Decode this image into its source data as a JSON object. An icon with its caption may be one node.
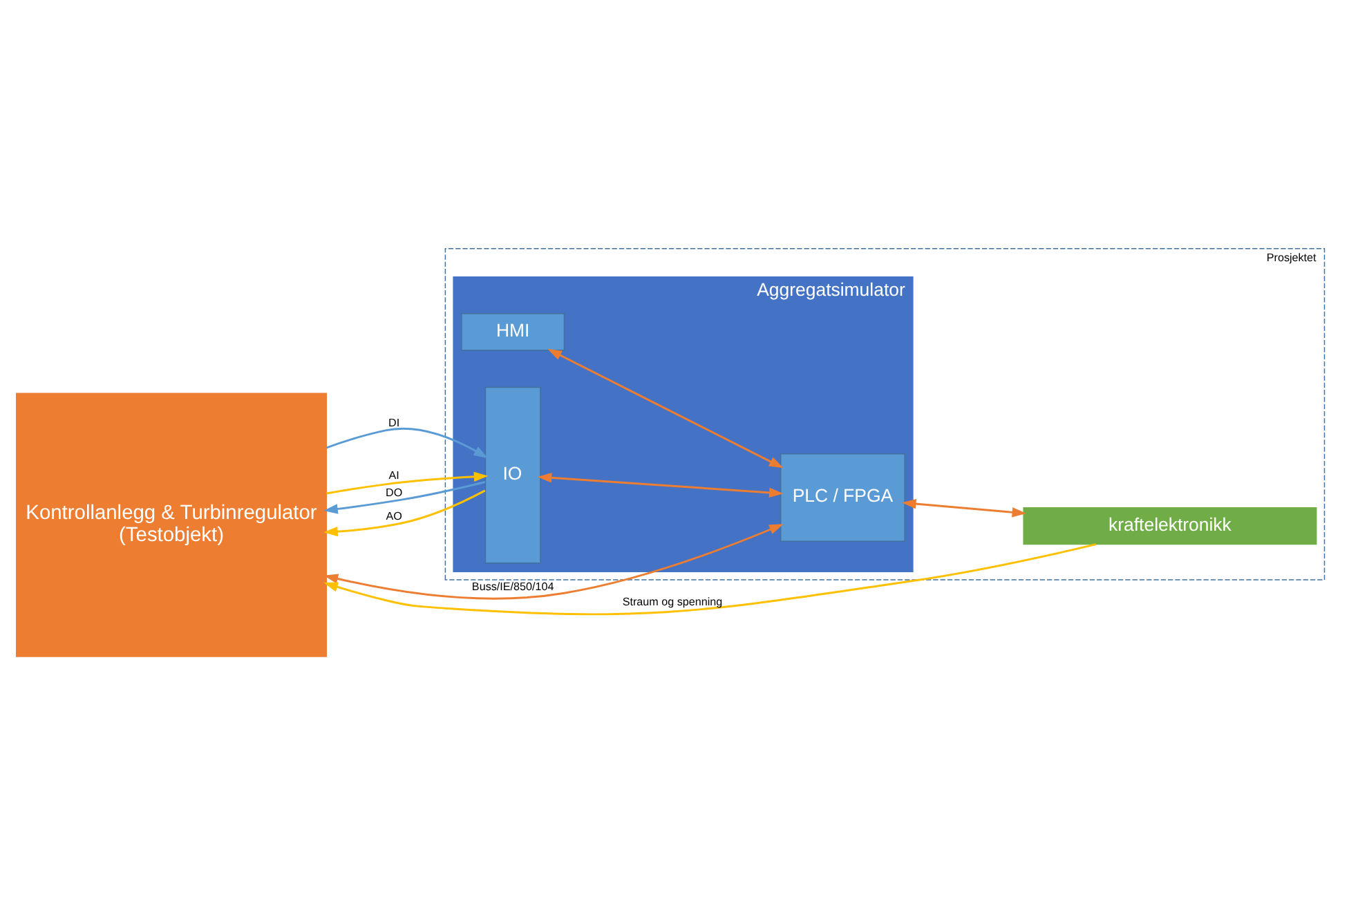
{
  "diagram": {
    "nodes": [
      {
        "text": [
          "Kontrollanlegg & Turbinregulator",
          "(Testobjekt)"
        ]
      },
      {
        "text": [
          "Prosjektet"
        ]
      },
      {
        "text": [
          "Aggregatsimulator"
        ],
        "in": 1
      },
      {
        "text": [
          "HMI"
        ],
        "in": 2
      },
      {
        "text": [
          "IO"
        ],
        "in": 2
      },
      {
        "text": [
          "PLC / FPGA"
        ],
        "in": 2
      },
      {
        "text": [
          "kraftelektronikk"
        ],
        "in": 1
      }
    ],
    "edges": [
      {
        "from": 5,
        "to": 0,
        "arrow": "both",
        "label": "Buss/IE/850/104",
        "color": "#ed7d31"
      },
      {
        "from": 4,
        "to": 0,
        "arrow": "to",
        "label": "DO",
        "color": "#5b9bd5"
      },
      {
        "from": 4,
        "to": 0,
        "arrow": "to",
        "label": "AO",
        "color": "#ffc000"
      },
      {
        "from": 0,
        "to": 4,
        "arrow": "to",
        "label": "DI",
        "color": "#5b9bd5"
      },
      {
        "from": 0,
        "to": 4,
        "arrow": "to",
        "label": "AI",
        "color": "#ffc000"
      },
      {
        "from": 4,
        "to": 5,
        "arrow": "both",
        "color": "#ed7d31"
      },
      {
        "from": 3,
        "to": 5,
        "arrow": "both",
        "color": "#ed7d31"
      },
      {
        "from": 5,
        "to": 6,
        "arrow": "both",
        "color": "#ed7d31"
      },
      {
        "from": 6,
        "to": 0,
        "arrow": "to",
        "label": "Straum og spenning",
        "color": "#ffc000"
      }
    ]
  }
}
